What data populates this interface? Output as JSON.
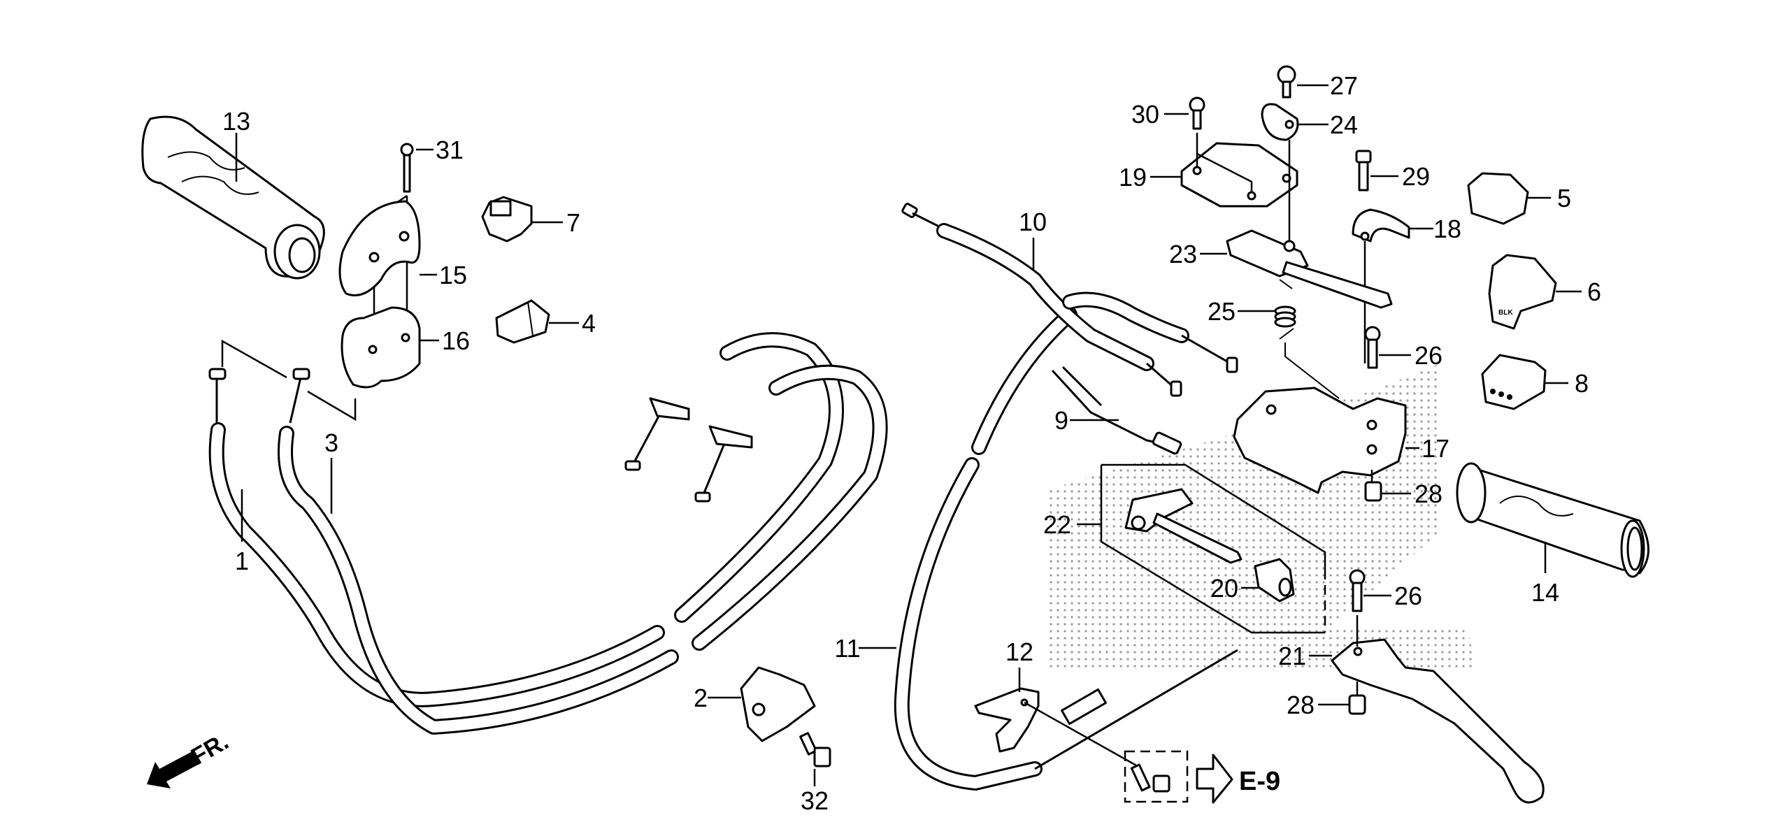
{
  "diagram": {
    "title": "Handle lever / switch / cable parts diagram",
    "callouts": [
      {
        "id": "1",
        "part": "throttle-cable-a"
      },
      {
        "id": "2",
        "part": "cable-clamp"
      },
      {
        "id": "3",
        "part": "throttle-cable-b"
      },
      {
        "id": "4",
        "part": "switch-4"
      },
      {
        "id": "5",
        "part": "switch-5"
      },
      {
        "id": "6",
        "part": "switch-6"
      },
      {
        "id": "7",
        "part": "switch-7"
      },
      {
        "id": "8",
        "part": "switch-8"
      },
      {
        "id": "9",
        "part": "clutch-switch-wire"
      },
      {
        "id": "10",
        "part": "clutch-cable"
      },
      {
        "id": "11",
        "part": "cable-11"
      },
      {
        "id": "12",
        "part": "cable-bracket"
      },
      {
        "id": "13",
        "part": "left-grip"
      },
      {
        "id": "14",
        "part": "right-grip"
      },
      {
        "id": "15",
        "part": "throttle-housing-upper"
      },
      {
        "id": "16",
        "part": "throttle-housing-lower"
      },
      {
        "id": "17",
        "part": "lever-bracket"
      },
      {
        "id": "18",
        "part": "holder-18"
      },
      {
        "id": "19",
        "part": "cover-plate"
      },
      {
        "id": "20",
        "part": "adjuster"
      },
      {
        "id": "21",
        "part": "clutch-lever"
      },
      {
        "id": "22",
        "part": "lever-assembly"
      },
      {
        "id": "23",
        "part": "lever-arm"
      },
      {
        "id": "24",
        "part": "plate-24"
      },
      {
        "id": "25",
        "part": "spring"
      },
      {
        "id": "26",
        "part": "pivot-bolt"
      },
      {
        "id": "27",
        "part": "screw-27"
      },
      {
        "id": "28",
        "part": "nut"
      },
      {
        "id": "29",
        "part": "bolt-29"
      },
      {
        "id": "30",
        "part": "screw-30"
      },
      {
        "id": "31",
        "part": "screw-31"
      },
      {
        "id": "32",
        "part": "bolt-32"
      }
    ],
    "labels": {
      "l1": "1",
      "l2": "2",
      "l3": "3",
      "l4": "4",
      "l5": "5",
      "l6": "6",
      "l7": "7",
      "l8": "8",
      "l9": "9",
      "l10": "10",
      "l11": "11",
      "l12": "12",
      "l13": "13",
      "l14": "14",
      "l15": "15",
      "l16": "16",
      "l17": "17",
      "l18": "18",
      "l19": "19",
      "l20": "20",
      "l21": "21",
      "l22": "22",
      "l23": "23",
      "l24": "24",
      "l25": "25",
      "l26a": "26",
      "l26b": "26",
      "l27": "27",
      "l28a": "28",
      "l28b": "28",
      "l29": "29",
      "l30": "30",
      "l31": "31",
      "l32": "32"
    },
    "reference": "E-9",
    "direction_marker": "FR.",
    "switch_marking": "BLK"
  }
}
